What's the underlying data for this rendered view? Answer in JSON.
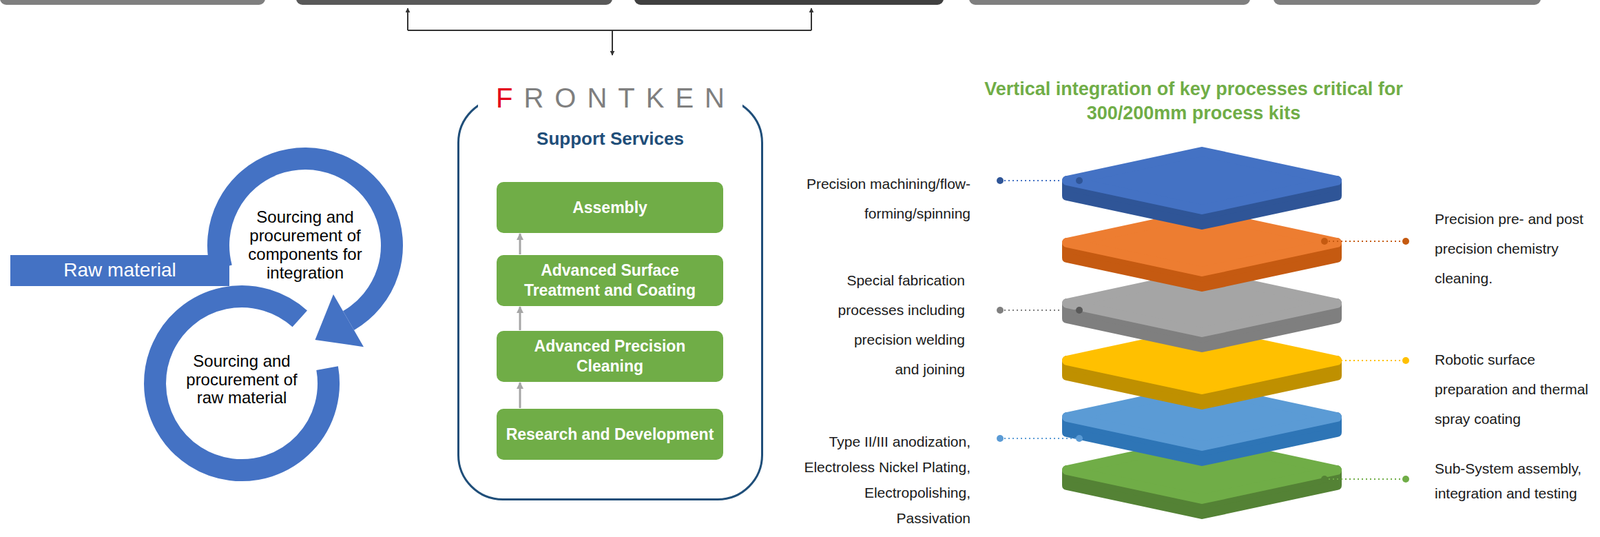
{
  "diagram": {
    "title": "Vertical integration of key processes critical for 300/200mm process kits",
    "nodes": [
      {
        "text": [
          "Raw material"
        ]
      },
      {
        "text": [
          "Sourcing and procurement of components for integration"
        ]
      },
      {
        "text": [
          "Sourcing and procurement of raw material"
        ]
      },
      {
        "text": [
          "FRONTKEN",
          "Support Services"
        ]
      },
      {
        "text": [
          "Assembly"
        ],
        "in": 3
      },
      {
        "text": [
          "Advanced Surface Treatment and Coating"
        ],
        "in": 3
      },
      {
        "text": [
          "Advanced Precision Cleaning"
        ],
        "in": 3
      },
      {
        "text": [
          "Research and Development"
        ],
        "in": 3
      }
    ],
    "edges": [
      {
        "from": 7,
        "to": 6,
        "arrow": "to"
      },
      {
        "from": 6,
        "to": 5,
        "arrow": "to"
      },
      {
        "from": 5,
        "to": 4,
        "arrow": "to"
      }
    ],
    "labels": [
      "Precision machining/flow-forming/spinning",
      "Precision pre- and post precision chemistry cleaning.",
      "Special fabrication processes including precision welding and joining",
      "Robotic surface preparation and thermal spray coating",
      "Type II/III anodization, Electroless Nickel Plating, Electropolishing, Passivation",
      "Sub-System assembly, integration and testing"
    ]
  }
}
